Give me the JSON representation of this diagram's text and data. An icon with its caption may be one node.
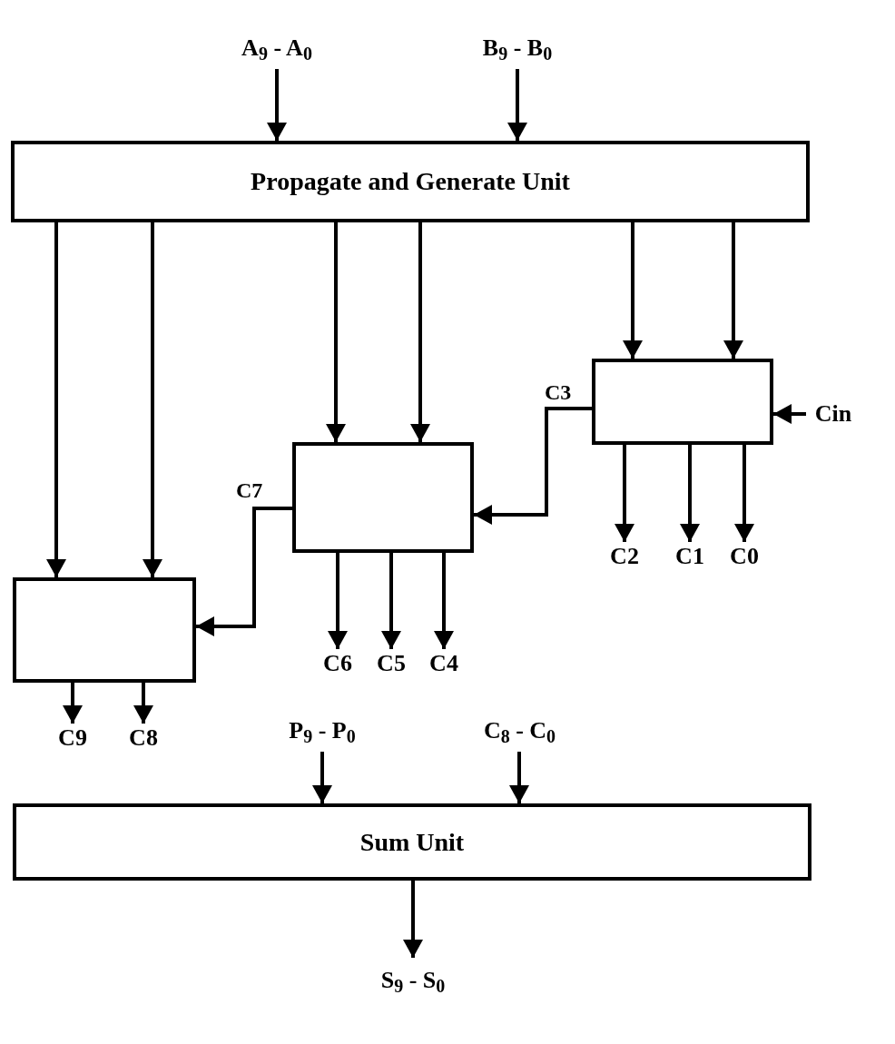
{
  "diagram": {
    "nodes": [
      {
        "text": [
          "A$_{9}$ - A$_{0}$"
        ]
      },
      {
        "text": [
          "B$_{9}$ - B$_{0}$"
        ]
      },
      {
        "text": [
          "Propagate and Generate Unit"
        ]
      },
      {
        "text": [],
        "shape": "box"
      },
      {
        "text": [],
        "shape": "box"
      },
      {
        "text": [],
        "shape": "box"
      },
      {
        "text": [
          "Cin"
        ]
      },
      {
        "text": [
          "C2"
        ]
      },
      {
        "text": [
          "C1"
        ]
      },
      {
        "text": [
          "C0"
        ]
      },
      {
        "text": [
          "C6"
        ]
      },
      {
        "text": [
          "C5"
        ]
      },
      {
        "text": [
          "C4"
        ]
      },
      {
        "text": [
          "C9"
        ]
      },
      {
        "text": [
          "C8"
        ]
      },
      {
        "text": [
          "P$_{9}$ - P$_{0}$"
        ]
      },
      {
        "text": [
          "C$_{8}$ - C$_{0}$"
        ]
      },
      {
        "text": [
          "Sum Unit"
        ]
      },
      {
        "text": [
          "S$_{9}$ - S$_{0}$"
        ]
      }
    ],
    "edges": [
      {
        "from": 0,
        "to": 2,
        "arrow": "to"
      },
      {
        "from": 1,
        "to": 2,
        "arrow": "to"
      },
      {
        "from": 2,
        "to": 5,
        "arrow": "to"
      },
      {
        "from": 2,
        "to": 5,
        "arrow": "to"
      },
      {
        "from": 2,
        "to": 4,
        "arrow": "to"
      },
      {
        "from": 2,
        "to": 4,
        "arrow": "to"
      },
      {
        "from": 2,
        "to": 3,
        "arrow": "to"
      },
      {
        "from": 2,
        "to": 3,
        "arrow": "to"
      },
      {
        "from": 6,
        "to": 3,
        "arrow": "to"
      },
      {
        "from": 3,
        "to": 4,
        "arrow": "to",
        "label": "C3"
      },
      {
        "from": 3,
        "to": 7,
        "arrow": "to"
      },
      {
        "from": 3,
        "to": 8,
        "arrow": "to"
      },
      {
        "from": 3,
        "to": 9,
        "arrow": "to"
      },
      {
        "from": 4,
        "to": 5,
        "arrow": "to",
        "label": "C7"
      },
      {
        "from": 4,
        "to": 10,
        "arrow": "to"
      },
      {
        "from": 4,
        "to": 11,
        "arrow": "to"
      },
      {
        "from": 4,
        "to": 12,
        "arrow": "to"
      },
      {
        "from": 5,
        "to": 13,
        "arrow": "to"
      },
      {
        "from": 5,
        "to": 14,
        "arrow": "to"
      },
      {
        "from": 15,
        "to": 17,
        "arrow": "to"
      },
      {
        "from": 16,
        "to": 17,
        "arrow": "to"
      },
      {
        "from": 17,
        "to": 18,
        "arrow": "to"
      }
    ]
  }
}
